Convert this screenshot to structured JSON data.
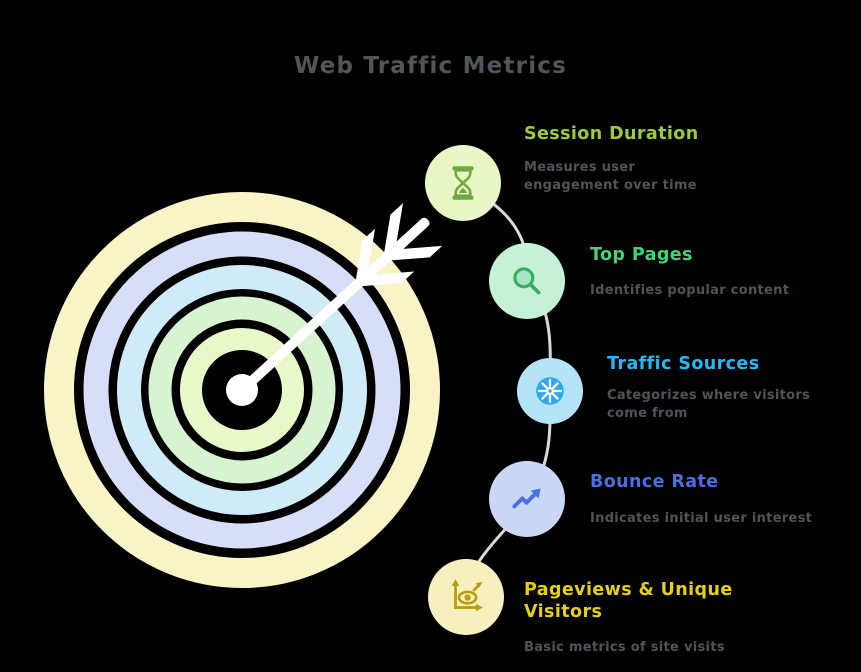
{
  "title": "Web Traffic Metrics",
  "palette": {
    "background": "#000000",
    "title_text": "#4f565c",
    "description_text": "#4d555b",
    "connector_line": "#d9d9d9",
    "arrow": "#ffffff",
    "target_rings_outer_to_inner": [
      "#f8f4c6",
      "#d7dff8",
      "#d0ebf8",
      "#d7f3d0",
      "#e8f8c8"
    ],
    "target_center": "#ffffff"
  },
  "metrics": [
    {
      "label": "Session Duration",
      "description": "Measures user engagement over time",
      "label_color": "#9ccb3d",
      "bubble_color": "#e9f7c6",
      "icon": "hourglass-icon",
      "icon_color": "#6fa83e"
    },
    {
      "label": "Top Pages",
      "description": "Identifies popular content",
      "label_color": "#42d478",
      "bubble_color": "#c7f1d6",
      "icon": "magnifier-icon",
      "icon_color": "#3bad62"
    },
    {
      "label": "Traffic Sources",
      "description": "Categorizes where visitors come from",
      "label_color": "#28b8f4",
      "bubble_color": "#b5e3f8",
      "icon": "compass-icon",
      "icon_color": "#2ea7ec"
    },
    {
      "label": "Bounce Rate",
      "description": "Indicates initial user interest",
      "label_color": "#4a6fe4",
      "bubble_color": "#cbd7f6",
      "icon": "trend-arrow-icon",
      "icon_color": "#4a70e8"
    },
    {
      "label": "Pageviews & Unique Visitors",
      "description": "Basic metrics of site visits",
      "label_color": "#e6cf15",
      "bubble_color": "#f7f0be",
      "icon": "eye-chart-icon",
      "icon_color": "#b89c08"
    }
  ]
}
